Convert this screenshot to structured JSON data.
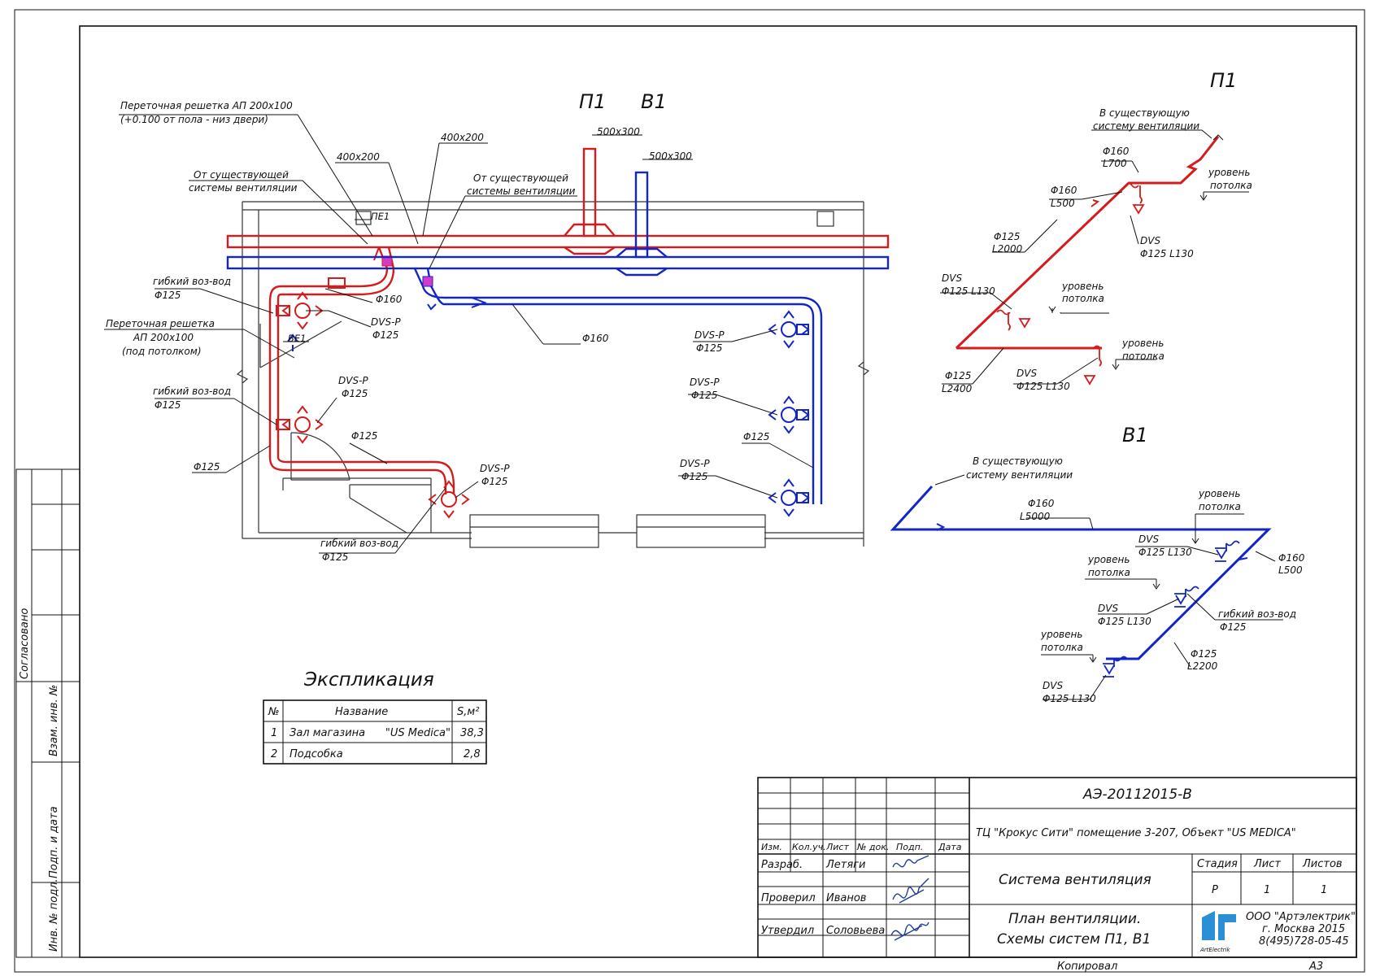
{
  "plan": {
    "system_titles": {
      "p1": "П1",
      "v1": "В1"
    },
    "labels": {
      "grille_door_1": "Переточная решетка АП 200x100",
      "grille_door_2": "(+0.100 от пола - низ двери)",
      "from_existing_a1": "От существующей",
      "from_existing_a2": "системы вентиляции",
      "from_existing_b1": "От существующей",
      "from_existing_b2": "системы вентиляции",
      "size_400x200_a": "400x200",
      "size_400x200_b": "400x200",
      "size_500x300_a": "500x300",
      "size_500x300_b": "500x300",
      "pe1": "ПЕ1",
      "be1": "ВЕ1",
      "flex1_a": "гибкий воз-вод",
      "flex1_b": "Φ125",
      "phi160_red": "Φ160",
      "dvsp1_a": "DVS-P",
      "dvsp1_b": "Φ125",
      "grille_ceil_1": "Переточная решетка",
      "grille_ceil_2": "АП 200x100",
      "grille_ceil_3": "(под потолком)",
      "flex2_a": "гибкий воз-вод",
      "flex2_b": "Φ125",
      "dvsp2_a": "DVS-P",
      "dvsp2_b": "Φ125",
      "phi125_mid": "Φ125",
      "phi125_left": "Φ125",
      "dvsp3_a": "DVS-P",
      "dvsp3_b": "Φ125",
      "flex3_a": "гибкий воз-вод",
      "flex3_b": "Φ125",
      "phi160_blue": "Φ160",
      "dvsp_b1_a": "DVS-P",
      "dvsp_b1_b": "Φ125",
      "dvsp_b2_a": "DVS-P",
      "dvsp_b2_b": "Φ125",
      "phi125_blue": "Φ125",
      "dvsp_b3_a": "DVS-P",
      "dvsp_b3_b": "Φ125"
    }
  },
  "scheme_p1": {
    "title": "П1",
    "into_existing_1": "В существующую",
    "into_existing_2": "систему вентиляции",
    "d160_l700_a": "Φ160",
    "d160_l700_b": "L700",
    "level_1a": "уровень",
    "level_1b": "потолка",
    "d160_l500_a": "Φ160",
    "d160_l500_b": "L500",
    "dvs_1a": "DVS",
    "dvs_1b": "Φ125  L130",
    "d125_l2000_a": "Φ125",
    "d125_l2000_b": "L2000",
    "dvs_2a": "DVS",
    "dvs_2b": "Φ125  L130",
    "level_2a": "уровень",
    "level_2b": "потолка",
    "level_3a": "уровень",
    "level_3b": "потолка",
    "d125_l2400_a": "Φ125",
    "d125_l2400_b": "L2400",
    "dvs_3a": "DVS",
    "dvs_3b": "Φ125  L130"
  },
  "scheme_v1": {
    "title": "В1",
    "into_existing_1": "В существующую",
    "into_existing_2": "систему вентиляции",
    "d160_l5000_a": "Φ160",
    "d160_l5000_b": "L5000",
    "level_1a": "уровень",
    "level_1b": "потолка",
    "dvs_1a": "DVS",
    "dvs_1b": "Φ125 L130",
    "d160_l500_a": "Φ160",
    "d160_l500_b": "L500",
    "level_2a": "уровень",
    "level_2b": "потолка",
    "dvs_2a": "DVS",
    "dvs_2b": "Φ125 L130",
    "flex_a": "гибкий воз-вод",
    "flex_b": "Φ125",
    "level_3a": "уровень",
    "level_3b": "потолка",
    "d125_l2200_a": "Φ125",
    "d125_l2200_b": "L2200",
    "dvs_3a": "DVS",
    "dvs_3b": "Φ125  L130"
  },
  "explication": {
    "title": "Экспликация",
    "headers": [
      "№",
      "Название",
      "S,м²"
    ],
    "rows": [
      {
        "n": "1",
        "name": "Зал магазина      \"US Medica\"",
        "s": "38,3"
      },
      {
        "n": "2",
        "name": "Подсобка",
        "s": "2,8"
      }
    ]
  },
  "side_stamp": {
    "agreed": "Согласовано",
    "exchange_inv": "Взам. инв. №",
    "sign_date": "Подп. и дата",
    "inv_no": "Инв. № подл."
  },
  "title_block": {
    "doc_code": "АЭ-20112015-В",
    "object": "ТЦ \"Крокус Сити\" помещение 3-207, Объект \"US MEDICA\"",
    "col_headers": [
      "Изм.",
      "Кол.уч.",
      "Лист",
      "№ док.",
      "Подп.",
      "Дата"
    ],
    "roles": [
      {
        "role": "Разраб.",
        "name": "Летяги"
      },
      {
        "role": "Проверил",
        "name": "Иванов"
      },
      {
        "role": "Утвердил",
        "name": "Соловьева"
      }
    ],
    "system_name": "Система вентиляция",
    "sheet_title_1": "План вентиляции.",
    "sheet_title_2": "Схемы систем П1, В1",
    "stage_label": "Стадия",
    "sheet_label": "Лист",
    "sheets_label": "Листов",
    "stage_value": "Р",
    "sheet_value": "1",
    "sheets_value": "1",
    "company_1": "ООО \"Артэлектрик\"",
    "company_2": "г. Москва 2015",
    "company_3": "8(495)728-05-45",
    "logo_text": "ArtElectrik",
    "copied": "Копировал",
    "format": "А3"
  },
  "colors": {
    "supply": "#d41c1c",
    "exhaust": "#1226c8",
    "ink": "#111111"
  }
}
